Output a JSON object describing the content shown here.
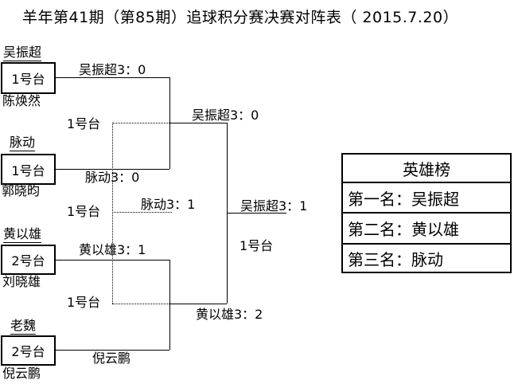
{
  "title": "羊年第41期（第85期）追球积分赛决赛对阵表（ 2015.7.20）",
  "round1": {
    "m1": {
      "top": "吴振超",
      "table": "1号台",
      "bottom": "陈焕然",
      "result": "吴振超3：0"
    },
    "m2": {
      "top": "脉动",
      "table": "1号台",
      "bottom": "郭晓昀",
      "result": "脉动3：0"
    },
    "m3": {
      "top": "黄以雄",
      "table": "2号台",
      "bottom": "刘晓雄",
      "result": "黄以雄3：1"
    },
    "m4": {
      "top": "老魏",
      "table": "2号台",
      "bottom": "倪云鹏",
      "result": "倪云鹏"
    }
  },
  "semifinals": {
    "sf1": {
      "table": "1号台",
      "result": "吴振超3：0"
    },
    "sf2": {
      "table": "1号台",
      "result": "黄以雄3：2"
    }
  },
  "third_place": {
    "table": "1号台",
    "result": "脉动3：1"
  },
  "final": {
    "table": "1号台",
    "result": "吴振超3：1"
  },
  "standings": {
    "header": "英雄榜",
    "rows": [
      "第一名：吴振超",
      "第二名：黄以雄",
      "第三名：脉动"
    ]
  },
  "colors": {
    "background": "#ffffff",
    "line": "#000000",
    "text": "#000000"
  }
}
